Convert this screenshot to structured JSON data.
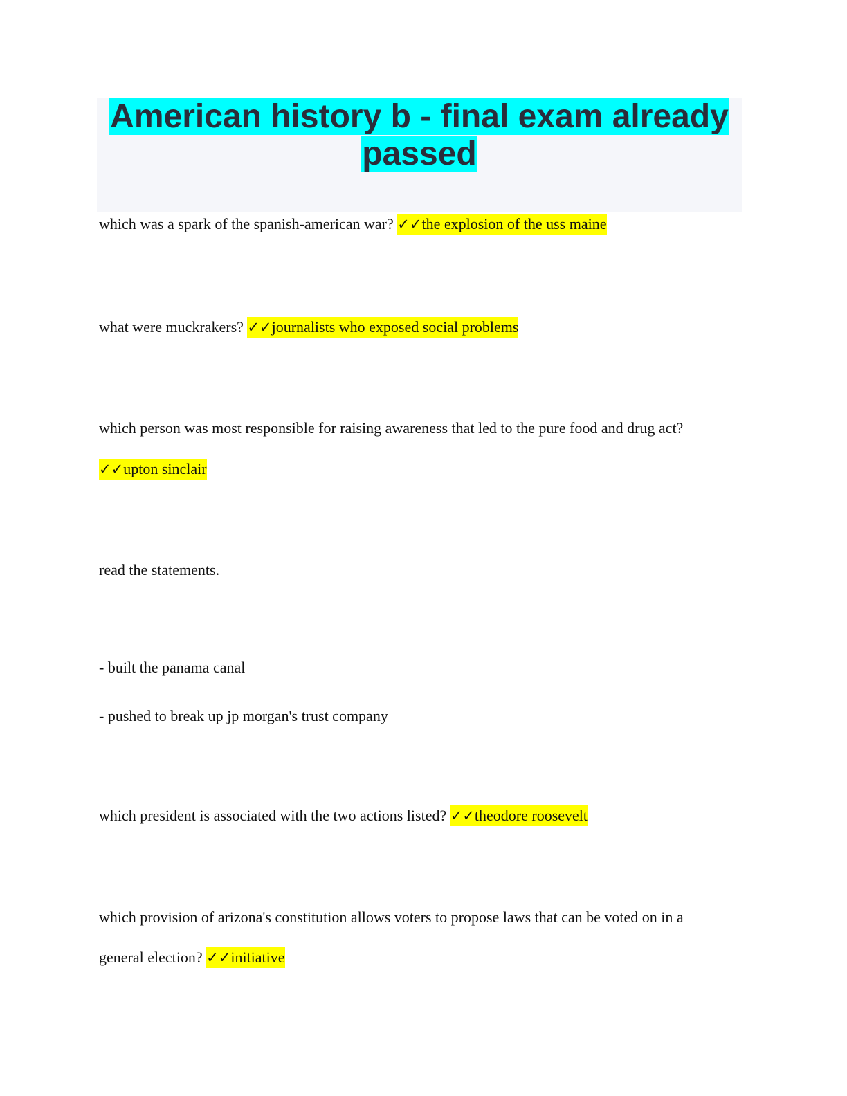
{
  "title": {
    "line1": "American history b - final exam already",
    "line2": "passed"
  },
  "check_mark": "✓✓",
  "items": [
    {
      "question": "which was a spark of the spanish-american war? ",
      "answer": "the explosion of the uss maine"
    },
    {
      "question": "what were muckrakers? ",
      "answer": "journalists who exposed social problems"
    },
    {
      "question": "which person was most responsible for raising awareness that led to the pure food and drug act?",
      "answer": "upton sinclair"
    },
    {
      "text": "read the statements."
    },
    {
      "text": "- built the panama canal"
    },
    {
      "text": "- pushed to break up jp morgan's trust company"
    },
    {
      "question": "which president is associated with the two actions listed? ",
      "answer": "theodore roosevelt"
    },
    {
      "question_line1": "which provision of arizona's constitution allows voters to propose laws that can be voted on in a",
      "question_line2": "general election? ",
      "answer": "initiative"
    }
  ]
}
